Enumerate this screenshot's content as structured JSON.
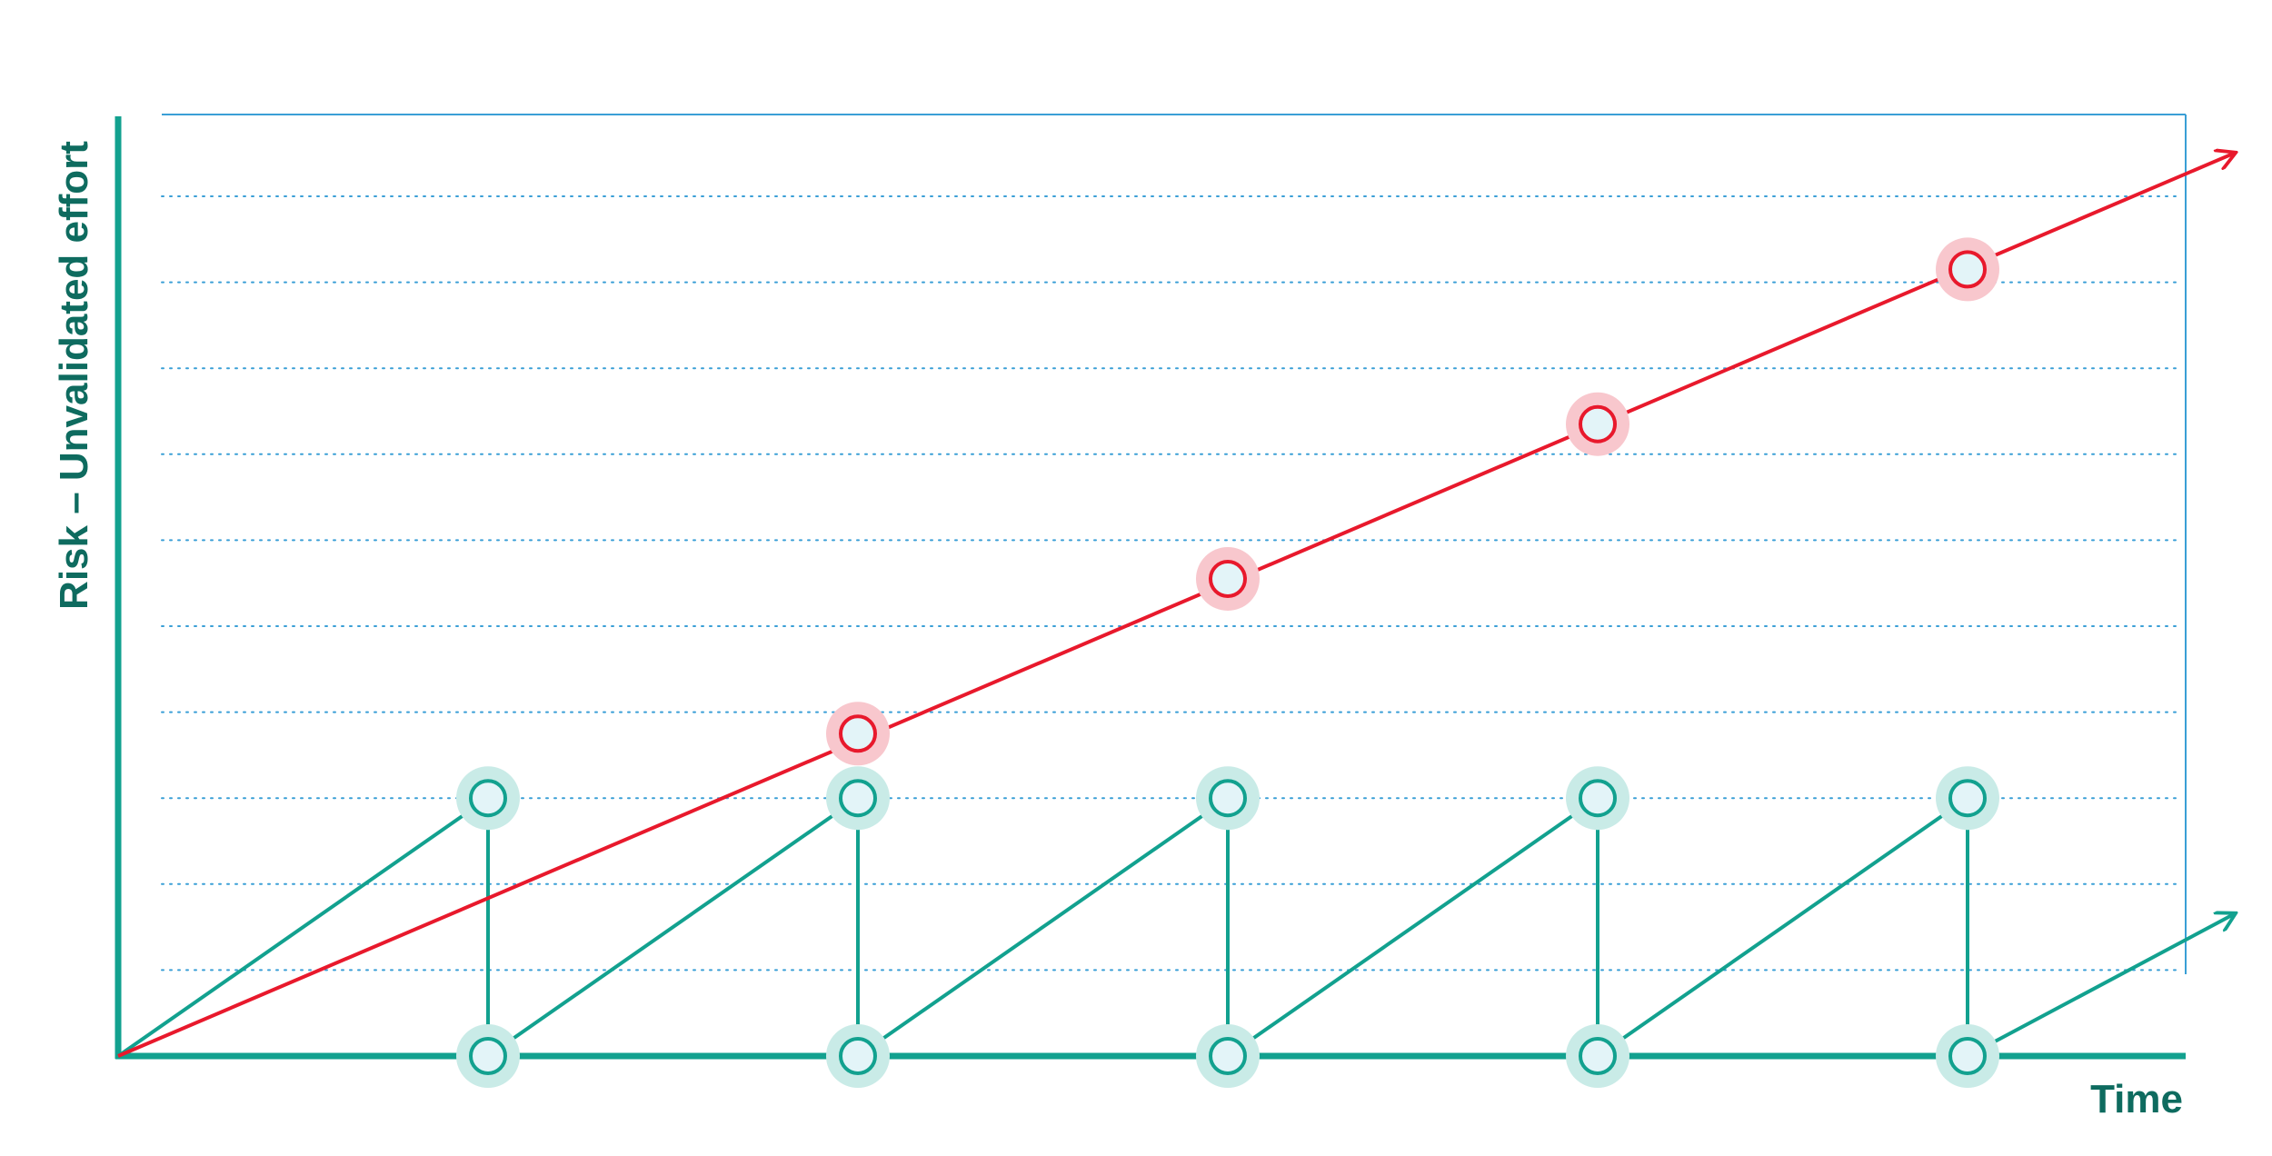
{
  "chart_data": {
    "type": "line",
    "title": "",
    "xlabel": "Time",
    "ylabel": "Risk – Unvalidated effort",
    "xlim": [
      0,
      6
    ],
    "ylim": [
      0,
      11
    ],
    "grid": true,
    "legend": "none",
    "series": [
      {
        "style": "sawtooth",
        "color": "#12a18f",
        "points": [
          [
            0,
            0
          ],
          [
            1,
            3
          ],
          [
            1,
            0
          ],
          [
            2,
            3
          ],
          [
            2,
            0
          ],
          [
            3,
            3
          ],
          [
            3,
            0
          ],
          [
            4,
            3
          ],
          [
            4,
            0
          ],
          [
            5,
            3
          ],
          [
            5,
            0
          ],
          [
            5.72,
            1.65
          ]
        ],
        "markers": [
          [
            1,
            3
          ],
          [
            1,
            0
          ],
          [
            2,
            3
          ],
          [
            2,
            0
          ],
          [
            3,
            3
          ],
          [
            3,
            0
          ],
          [
            4,
            3
          ],
          [
            4,
            0
          ],
          [
            5,
            3
          ],
          [
            5,
            0
          ]
        ],
        "arrow_end": true
      },
      {
        "style": "linear",
        "color": "#e8192c",
        "points": [
          [
            0,
            0
          ],
          [
            5.72,
            10.5
          ]
        ],
        "markers": [
          [
            2,
            3.75
          ],
          [
            3,
            5.55
          ],
          [
            4,
            7.35
          ],
          [
            5,
            9.15
          ]
        ],
        "arrow_end": true
      }
    ]
  },
  "colors": {
    "axis": "#12a18f",
    "axis_text": "#0e6b5f",
    "grid": "#3a9fd6",
    "marker_fill": "#e3f4f8",
    "teal_halo": "#c9ebe7",
    "red_halo": "#f8c7cd"
  }
}
